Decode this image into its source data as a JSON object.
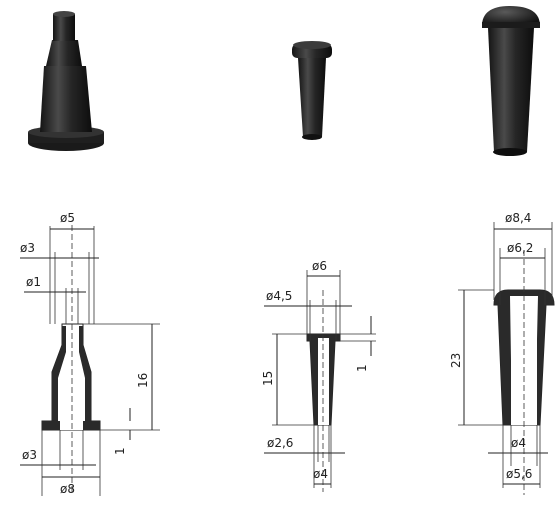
{
  "drawings": {
    "left": {
      "top_diameter": "ø5",
      "upper_diameter": "ø3",
      "inner_diameter": "ø1",
      "height": "16",
      "flange_thickness": "1",
      "bottom_bore_diameter": "ø3",
      "flange_diameter": "ø8"
    },
    "middle": {
      "head_diameter": "ø6",
      "body_diameter": "ø4,5",
      "head_thickness": "1",
      "height": "15",
      "bore_diameter": "ø2,6",
      "tip_diameter": "ø4"
    },
    "right": {
      "head_diameter": "ø8,4",
      "body_diameter": "ø6,2",
      "height": "23",
      "bore_diameter": "ø4",
      "tip_diameter": "ø5,6"
    }
  }
}
